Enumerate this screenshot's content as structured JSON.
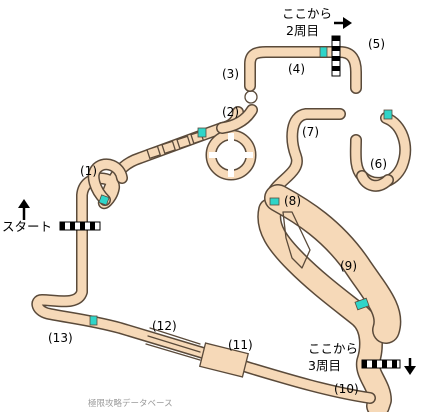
{
  "colors": {
    "track_fill": "#f6d9b8",
    "track_edge": "#5a4a3a",
    "checkpoint": "#2fd5c9",
    "text": "#000000",
    "credit": "#9a9a9a"
  },
  "start": {
    "label": "スタート"
  },
  "lap2": {
    "line1": "ここから",
    "line2": "2周目"
  },
  "lap3": {
    "line1": "ここから",
    "line2": "3周目"
  },
  "sections": [
    "(1)",
    "(2)",
    "(3)",
    "(4)",
    "(5)",
    "(6)",
    "(7)",
    "(8)",
    "(9)",
    "(10)",
    "(11)",
    "(12)",
    "(13)"
  ],
  "credit": "極限攻略データベース",
  "icons": [
    "up-arrow-icon",
    "right-arrow-icon",
    "down-arrow-icon",
    "checkered-flag-icon"
  ]
}
